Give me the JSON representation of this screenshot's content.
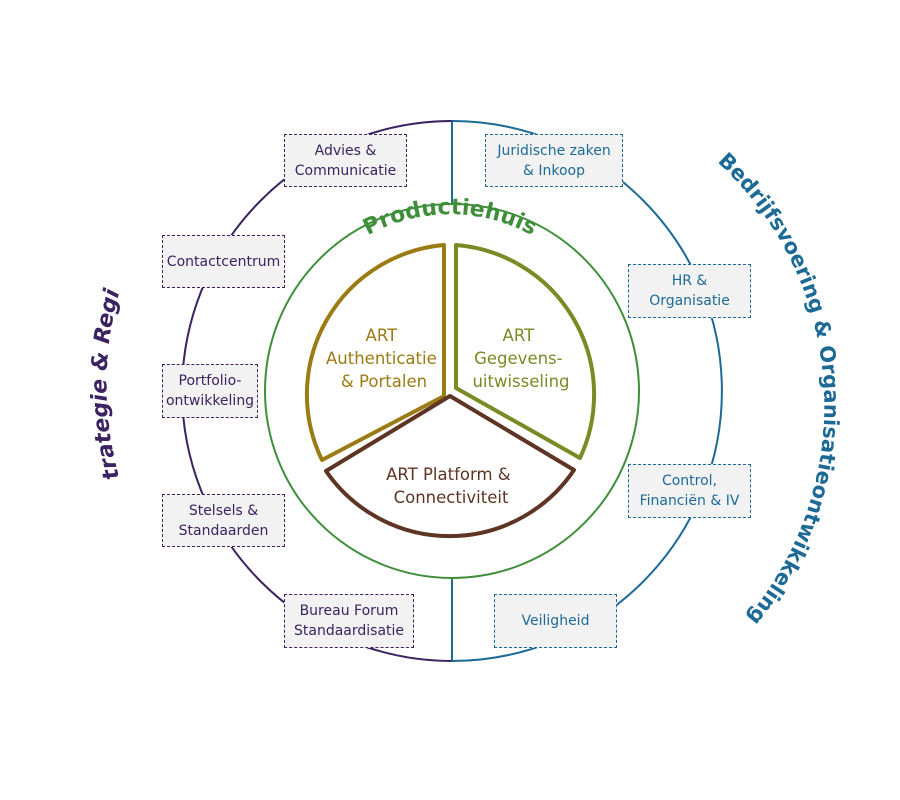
{
  "left_title": "Strategie & Regie",
  "right_title": "Bedrijfsvoering & Organisatieontwikkeling",
  "center_title": "Productiehuis",
  "segments": {
    "authenticatie": [
      "ART",
      "Authenticatie",
      "& Portalen"
    ],
    "gegevens": [
      "ART",
      "Gegevens-",
      "uitwisseling"
    ],
    "platform": [
      "ART Platform &",
      "Connectiviteit"
    ]
  },
  "left_boxes": {
    "advies": "Advies &\nCommunicatie",
    "contactcentrum": "Contactcentrum",
    "portfolio": "Portfolio-\nontwikkeling",
    "stelsels": "Stelsels &\nStandaarden",
    "bureau": "Bureau Forum\nStandaardisatie"
  },
  "right_boxes": {
    "juridisch": "Juridische zaken\n& Inkoop",
    "hr": "HR &\nOrganisatie",
    "control": "Control,\nFinanciën & IV",
    "veiligheid": "Veiligheid"
  },
  "colors": {
    "left": "#3b2260",
    "right": "#1d6a96",
    "productiehuis": "#3f8f3a",
    "authenticatie": "#9a7b14",
    "gegevens": "#7a8a24",
    "platform": "#5e3424"
  }
}
